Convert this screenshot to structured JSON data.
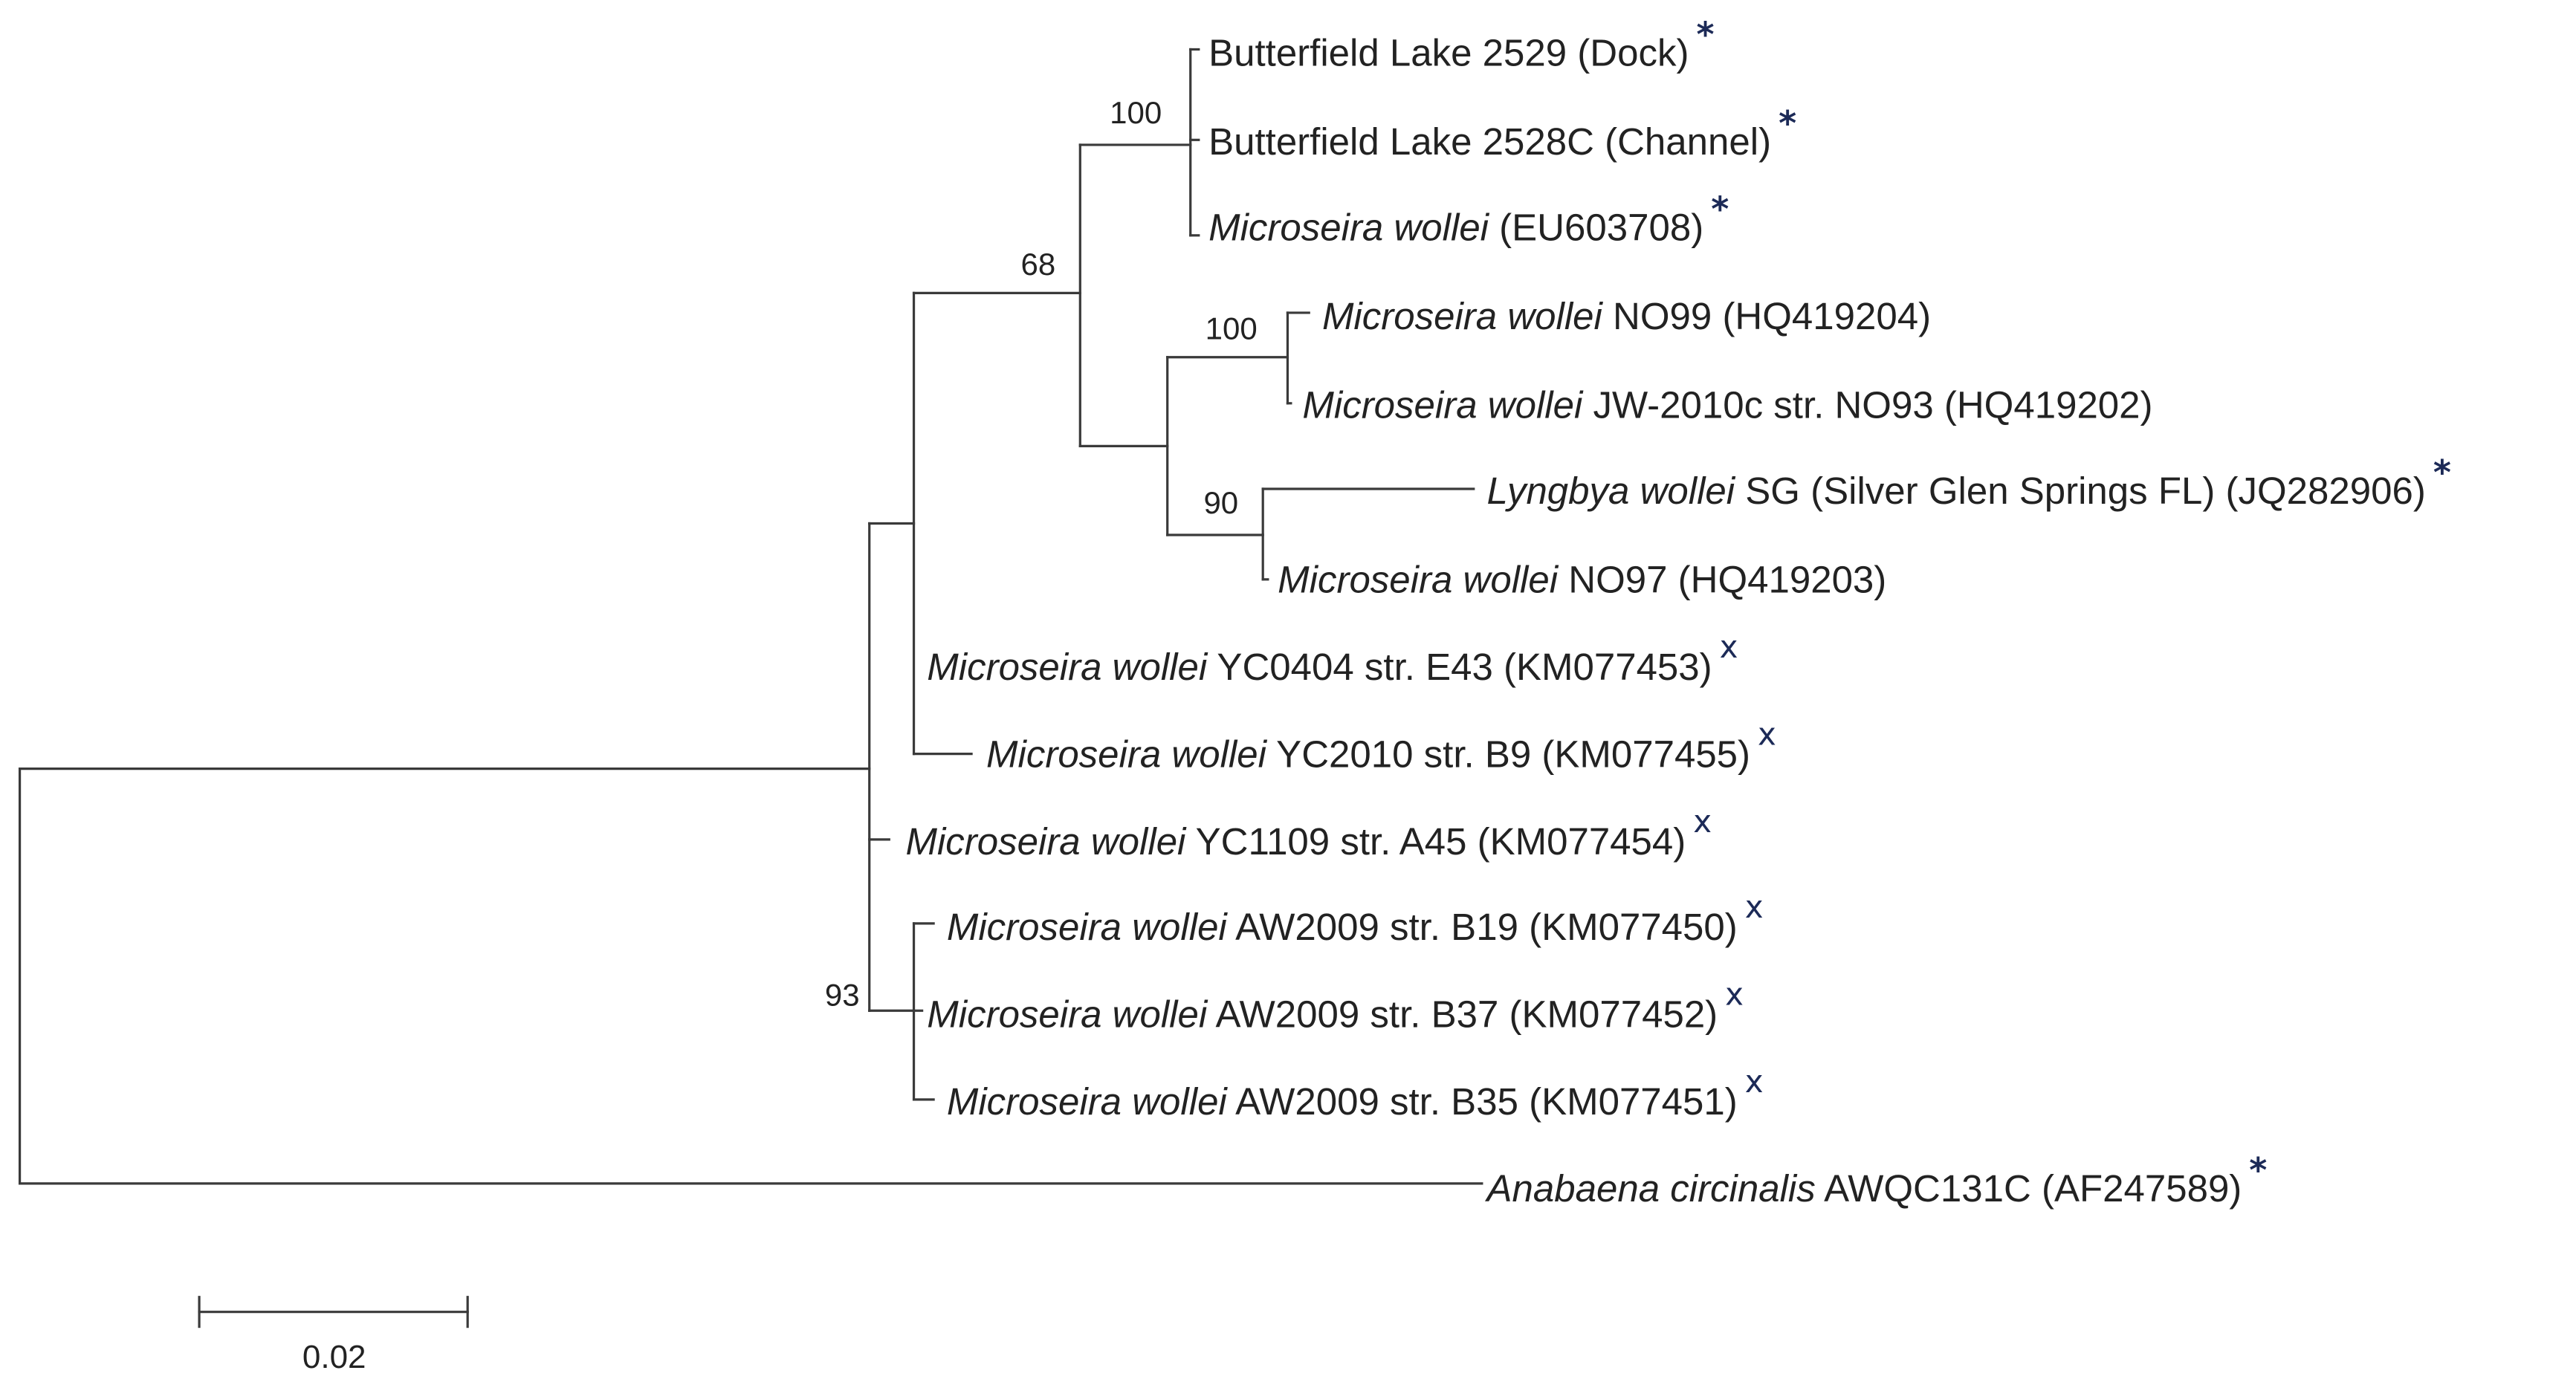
{
  "taxa": [
    {
      "italic": "",
      "plain": "Butterfield Lake 2529 (Dock)",
      "marker": "*"
    },
    {
      "italic": "",
      "plain": "Butterfield Lake 2528C (Channel)",
      "marker": "*"
    },
    {
      "italic": "Microseira wollei",
      "plain": " (EU603708)",
      "marker": "*"
    },
    {
      "italic": "Microseira wollei",
      "plain": " NO99 (HQ419204)",
      "marker": ""
    },
    {
      "italic": "Microseira wollei",
      "plain": " JW-2010c str. NO93 (HQ419202)",
      "marker": ""
    },
    {
      "italic": "Lyngbya wollei",
      "plain": " SG (Silver Glen Springs FL) (JQ282906)",
      "marker": "*"
    },
    {
      "italic": "Microseira wollei",
      "plain": " NO97 (HQ419203)",
      "marker": ""
    },
    {
      "italic": "Microseira wollei",
      "plain": " YC0404 str. E43 (KM077453)",
      "marker": "x"
    },
    {
      "italic": "Microseira wollei",
      "plain": " YC2010 str. B9 (KM077455)",
      "marker": "x"
    },
    {
      "italic": "Microseira wollei",
      "plain": " YC1109 str. A45 (KM077454)",
      "marker": "x"
    },
    {
      "italic": "Microseira wollei",
      "plain": " AW2009 str. B19 (KM077450)",
      "marker": "x"
    },
    {
      "italic": "Microseira wollei",
      "plain": " AW2009 str. B37 (KM077452)",
      "marker": "x"
    },
    {
      "italic": "Microseira wollei",
      "plain": " AW2009 str. B35 (KM077451)",
      "marker": "x"
    },
    {
      "italic": "Anabaena circinalis",
      "plain": " AWQC131C (AF247589)",
      "marker": "*"
    }
  ],
  "support_values": [
    "100",
    "68",
    "100",
    "90",
    "93"
  ],
  "scale_bar": {
    "label": "0.02"
  },
  "colors": {
    "branch": "#3a3a3a",
    "text": "#222222",
    "marker": "#1c2a57"
  }
}
